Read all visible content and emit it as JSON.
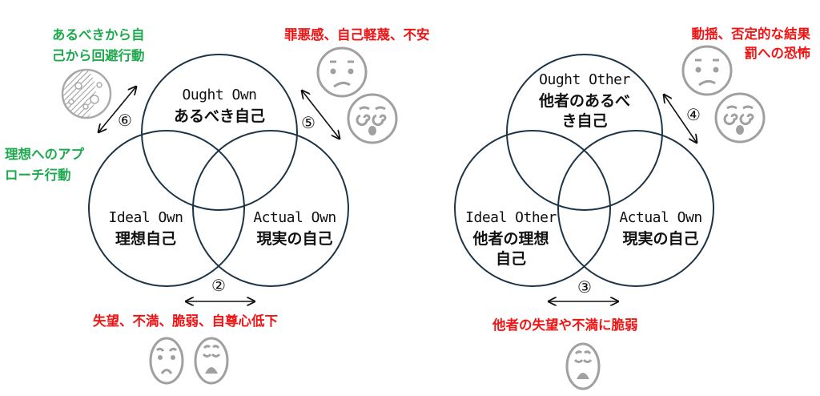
{
  "left_diagram": {
    "ought": {
      "en": "Ought Own",
      "ja": "あるべき自己"
    },
    "ideal": {
      "en": "Ideal Own",
      "ja": "理想自己"
    },
    "actual": {
      "en": "Actual Own",
      "ja": "現実の自己"
    },
    "notes": {
      "avoid_line1": "あるべきから自",
      "avoid_line2": "己から回避行動",
      "approach_line1": "理想へのアプ",
      "approach_line2": "ローチ行動",
      "guilt": "罪悪感、自己軽蔑、不安",
      "disappointment": "失望、不満、脆弱、自尊心低下"
    },
    "markers": {
      "two": "②",
      "five": "⑤",
      "six": "⑥"
    }
  },
  "right_diagram": {
    "ought": {
      "en": "Ought Other",
      "ja_line1": "他者のあるべ",
      "ja_line2": "き自己"
    },
    "ideal": {
      "en": "Ideal Other",
      "ja_line1": "他者の理想",
      "ja_line2": "自己"
    },
    "actual": {
      "en": "Actual Own",
      "ja": "現実の自己"
    },
    "notes": {
      "agitation_line1": "動揺、否定的な結果",
      "agitation_line2": "罰への恐怖",
      "vulnerable": "他者の失望や不満に脆弱"
    },
    "markers": {
      "three": "③",
      "four": "④"
    }
  },
  "colors": {
    "circle": "#1d3446",
    "green": "#1faa4f",
    "red": "#f01414",
    "face": "#a0a0a0"
  }
}
